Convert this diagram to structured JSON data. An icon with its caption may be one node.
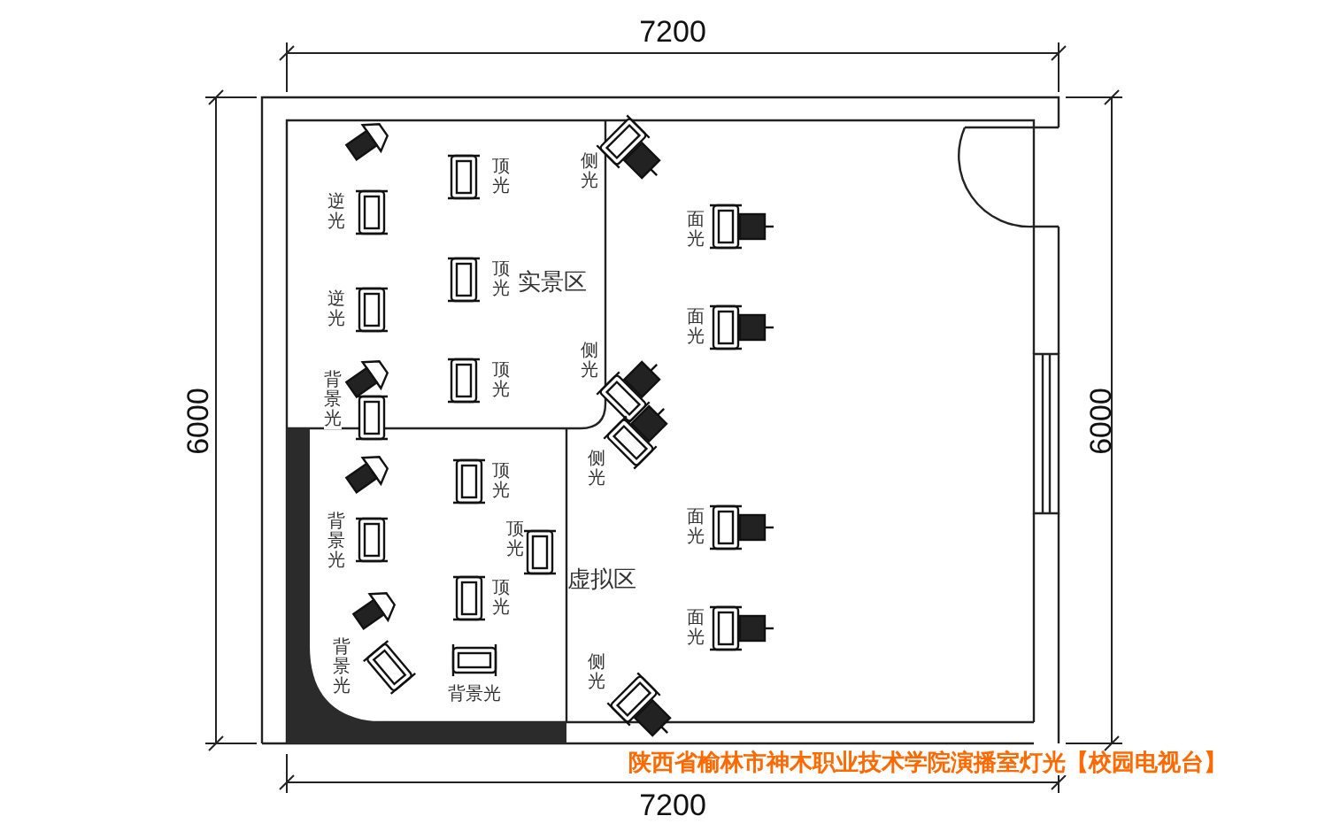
{
  "diagram": {
    "caption": "陕西省榆林市神木职业技术学院演播室灯光【校园电视台】",
    "labels": [
      "7200",
      "6000",
      "6000",
      "逆光",
      "逆光",
      "背景光",
      "顶光",
      "顶光",
      "顶光",
      "实景区",
      "侧光",
      "侧光",
      "面光",
      "面光",
      "背景光",
      "顶光",
      "顶光",
      "顶光",
      "侧光",
      "虚拟区",
      "面光",
      "面光",
      "背景光",
      "背景光",
      "侧光",
      "7200"
    ]
  }
}
